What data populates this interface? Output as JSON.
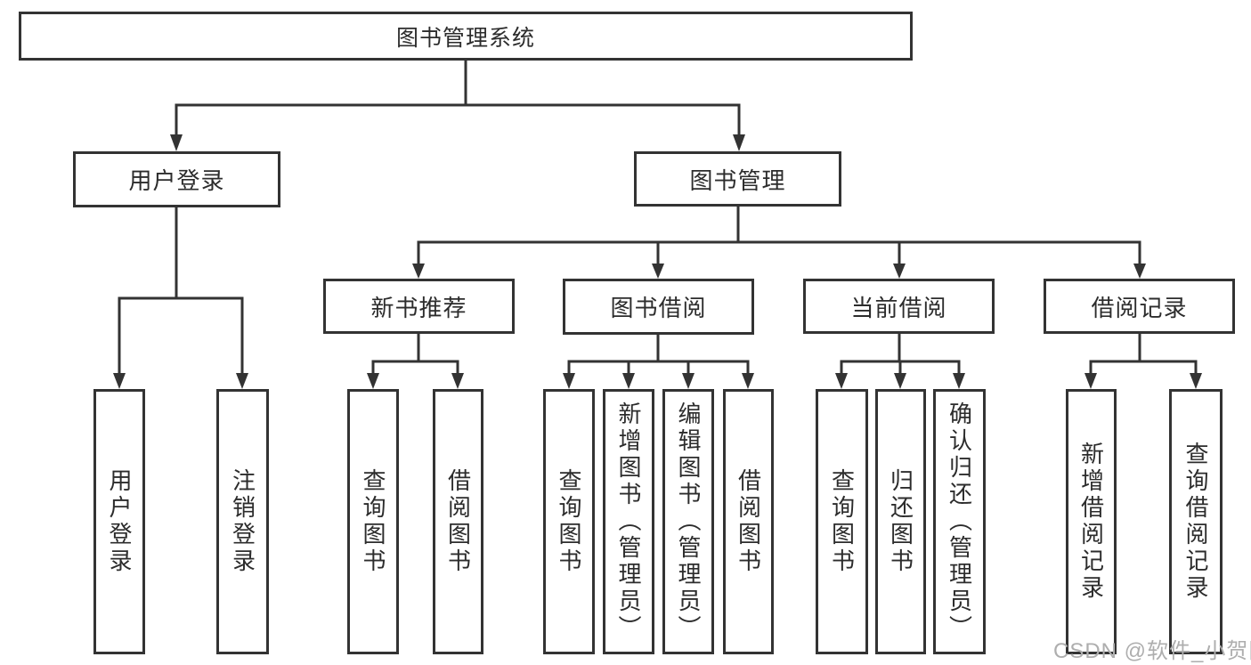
{
  "diagram": {
    "root": {
      "label": "图书管理系统",
      "children": [
        {
          "label": "用户登录",
          "children": [
            {
              "label": "用户登录"
            },
            {
              "label": "注销登录"
            }
          ]
        },
        {
          "label": "图书管理",
          "children": [
            {
              "label": "新书推荐",
              "children": [
                {
                  "label": "查询图书"
                },
                {
                  "label": "借阅图书"
                }
              ]
            },
            {
              "label": "图书借阅",
              "children": [
                {
                  "label": "查询图书"
                },
                {
                  "label": "新增图书（管理员）"
                },
                {
                  "label": "编辑图书（管理员）"
                },
                {
                  "label": "借阅图书"
                }
              ]
            },
            {
              "label": "当前借阅",
              "children": [
                {
                  "label": "查询图书"
                },
                {
                  "label": "归还图书"
                },
                {
                  "label": "确认归还（管理员）"
                }
              ]
            },
            {
              "label": "借阅记录",
              "children": [
                {
                  "label": "新增借阅记录"
                },
                {
                  "label": "查询借阅记录"
                }
              ]
            }
          ]
        }
      ]
    },
    "watermark": "CSDN @软件_小贺同学",
    "colors": {
      "line": "#333333",
      "border": "#333333",
      "text": "#2c2c2c",
      "watermark": "#aeaeae",
      "background": "#ffffff"
    }
  }
}
